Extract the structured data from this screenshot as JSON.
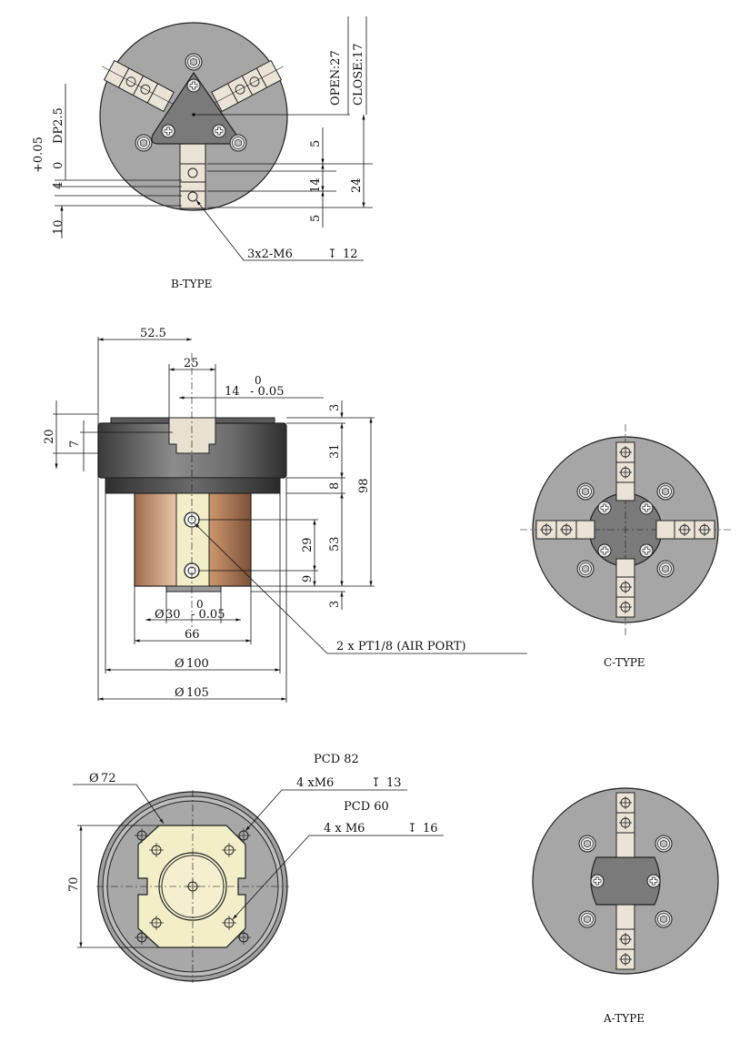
{
  "colors": {
    "body_gray": "#a6a6a6",
    "dark_gray": "#7a7a7a",
    "jaw_cream": "#eae3d6",
    "yellow": "#f1eec8",
    "bronze": "#c89a74",
    "line": "#111111"
  },
  "b_type": {
    "caption": "B-TYPE",
    "open": "OPEN:27",
    "close": "CLOSE:17",
    "dp": "DP2.5",
    "tol_plus": "+0.05",
    "tol_zero": "0",
    "d4": "4",
    "d10": "10",
    "d5a": "5",
    "d14": "14",
    "d5b": "5",
    "d24": "24",
    "thread": "3x2-M6",
    "thread_depth": "12"
  },
  "side_view": {
    "d52_5": "52.5",
    "d25": "25",
    "d14": "14",
    "tol_zero": "0",
    "tol_minus": "- 0.05",
    "d20": "20",
    "d7": "7",
    "d3a": "3",
    "d31": "31",
    "d8": "8",
    "d98": "98",
    "d53": "53",
    "d29": "29",
    "d9": "9",
    "d3b": "3",
    "d30": "30",
    "d30_zero": "0",
    "d30_tol": "- 0.05",
    "d66": "66",
    "d100": "100",
    "d105": "105",
    "air_port": "2 x PT1/8 (AIR PORT)"
  },
  "c_type": {
    "caption": "C-TYPE"
  },
  "bottom_view": {
    "d72": "72",
    "d70": "70",
    "pcd82": "PCD 82",
    "m6_a": "4 xM6",
    "m6_a_depth": "13",
    "pcd60": "PCD 60",
    "m6_b": "4 x M6",
    "m6_b_depth": "16"
  },
  "a_type": {
    "caption": "A-TYPE"
  },
  "symbols": {
    "diameter": "Ø",
    "depth": "↧"
  }
}
